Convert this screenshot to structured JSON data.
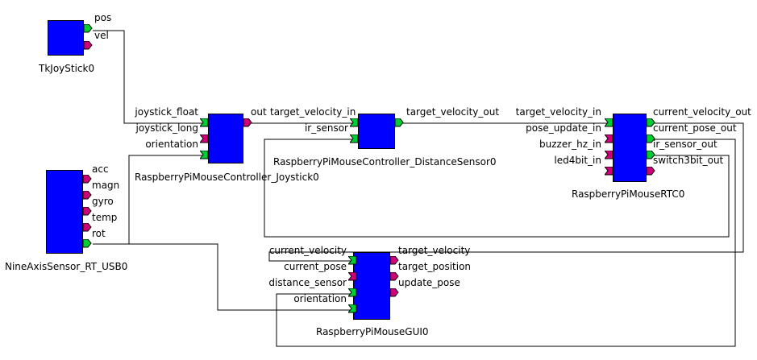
{
  "colors": {
    "component_fill": "#0000ff",
    "dataport_out": "#00cc33",
    "dataport_in": "#00cc33",
    "service_port": "#cc0077",
    "port_border": "#000000",
    "wire": "#000000",
    "background": "#ffffff"
  },
  "components": {
    "tkjoystick": {
      "name": "TkJoyStick0",
      "outports": [
        "pos",
        "vel"
      ]
    },
    "joystick_ctrl": {
      "name": "RaspberryPiMouseController_Joystick0",
      "inports": [
        "joystick_float",
        "joystick_long",
        "orientation"
      ],
      "outports": [
        "out"
      ]
    },
    "distance_ctrl": {
      "name": "RaspberryPiMouseController_DistanceSensor0",
      "inports": [
        "target_velocity_in",
        "ir_sensor"
      ],
      "outports": [
        "target_velocity_out"
      ]
    },
    "rtc": {
      "name": "RaspberryPiMouseRTC0",
      "inports": [
        "target_velocity_in",
        "pose_update_in",
        "buzzer_hz_in",
        "led4bit_in"
      ],
      "outports": [
        "current_velocity_out",
        "current_pose_out",
        "ir_sensor_out",
        "switch3bit_out"
      ]
    },
    "nineaxis": {
      "name": "NineAxisSensor_RT_USB0",
      "outports": [
        "acc",
        "magn",
        "gyro",
        "temp",
        "rot"
      ]
    },
    "gui": {
      "name": "RaspberryPiMouseGUI0",
      "inports": [
        "current_velocity",
        "current_pose",
        "distance_sensor",
        "orientation"
      ],
      "outports": [
        "target_velocity",
        "target_position",
        "update_pose"
      ]
    }
  }
}
